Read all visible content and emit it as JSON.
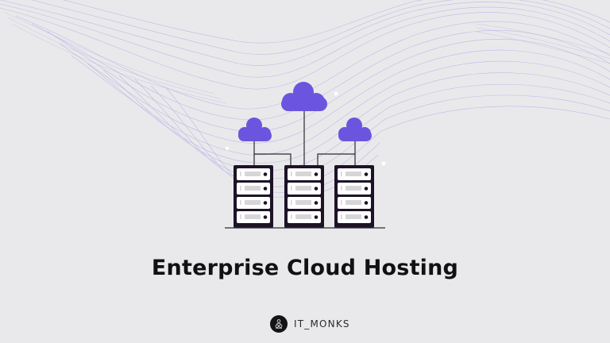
{
  "hero": {
    "title": "Enterprise Cloud Hosting"
  },
  "brand": {
    "name": "IT_MONKS",
    "logo_icon": "monk-figure-icon"
  },
  "illustration": {
    "clouds": 3,
    "server_racks": 3,
    "units_per_rack": 4,
    "icons": [
      "cloud-icon",
      "server-rack-icon"
    ]
  },
  "colors": {
    "background": "#e9e9eb",
    "accent_purple": "#6b55df",
    "wave_lines": "#b9b0e6",
    "rack_frame": "#1d1327",
    "title_text": "#111114"
  }
}
